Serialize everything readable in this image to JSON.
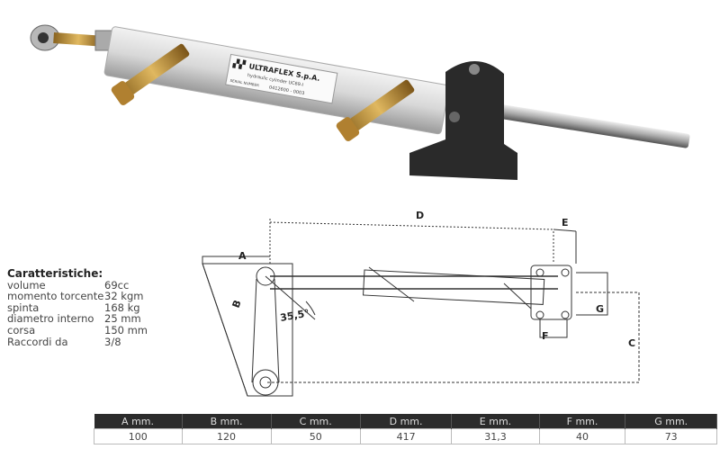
{
  "product_label": {
    "brand": "ULTRAFLEX S.p.A.",
    "model": "hydraulic cylinder UC69-I",
    "serial_label": "SERIAL NUMBER",
    "serial": "0412600 - 0003"
  },
  "drawing": {
    "labels": {
      "A": "A",
      "B": "B",
      "C": "C",
      "D": "D",
      "E": "E",
      "F": "F",
      "G": "G",
      "angle": "35,5°"
    }
  },
  "specs": {
    "title": "Caratteristiche:",
    "rows": [
      {
        "k": "volume",
        "v": "69cc"
      },
      {
        "k": "momento torcente",
        "v": "32 kgm"
      },
      {
        "k": "spinta",
        "v": "168 kg"
      },
      {
        "k": "diametro interno",
        "v": "25 mm"
      },
      {
        "k": "corsa",
        "v": "150 mm"
      },
      {
        "k": "Raccordi da",
        "v": "3/8"
      }
    ]
  },
  "table": {
    "headers": [
      "A mm.",
      "B mm.",
      "C mm.",
      "D mm.",
      "E mm.",
      "F mm.",
      "G mm."
    ],
    "values": [
      "100",
      "120",
      "50",
      "417",
      "31,3",
      "40",
      "73"
    ]
  }
}
